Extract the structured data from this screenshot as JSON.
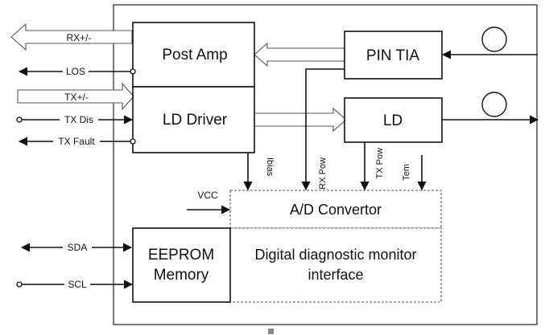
{
  "blocks": {
    "post_amp": "Post Amp",
    "ld_driver": "LD Driver",
    "pin_tia": "PIN TIA",
    "ld": "LD",
    "eeprom_line1": "EEPROM",
    "eeprom_line2": "Memory",
    "adc": "A/D Convertor",
    "ddm_line1": "Digital diagnostic monitor",
    "ddm_line2": "interface"
  },
  "signals": {
    "rx": "RX+/-",
    "los": "LOS",
    "tx": "TX+/-",
    "tx_dis": "TX Dis",
    "tx_fault": "TX Fault",
    "sda": "SDA",
    "scl": "SCL",
    "vcc": "VCC",
    "ibias": "Ibias",
    "rx_pow": "RX Pow",
    "tx_pow": "TX Pow",
    "tem": "Tem"
  }
}
